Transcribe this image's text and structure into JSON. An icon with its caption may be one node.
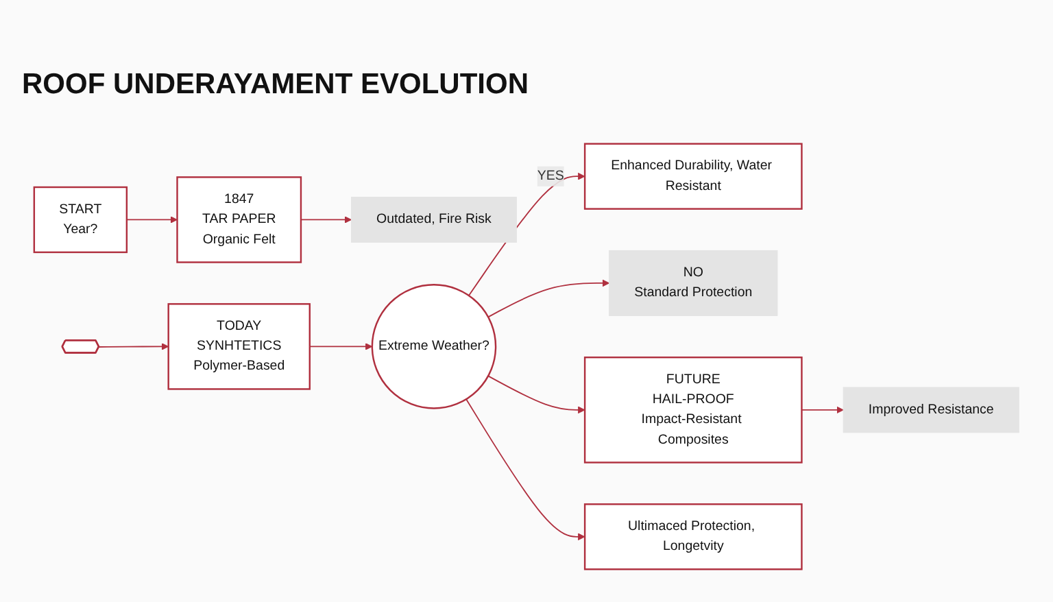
{
  "diagram": {
    "title": "ROOF UNDERAYAMENT EVOLUTION",
    "nodes": [
      {
        "text": [
          "START",
          "Year?"
        ]
      },
      {
        "text": [
          "1847",
          "TAR PAPER",
          "Organic Felt"
        ]
      },
      {
        "text": [
          "Outdated, Fire Risk"
        ]
      },
      {
        "text": [],
        "shape": "shield"
      },
      {
        "text": [
          "TODAY",
          "SYNHTETICS",
          "Polymer-Based"
        ]
      },
      {
        "text": [
          "Extreme Weather?"
        ]
      },
      {
        "text": [
          "Enhanced Durability, Water Resistant"
        ]
      },
      {
        "text": [
          "NO",
          "Standard Protection"
        ]
      },
      {
        "text": [
          "FUTURE",
          "HAIL-PROOF",
          "Impact-Resistant Composites"
        ]
      },
      {
        "text": [
          "Ultimaced Protection, Longetvity"
        ]
      },
      {
        "text": [
          "Improved Resistance"
        ]
      }
    ],
    "edges": [
      {
        "from": 0,
        "to": 1,
        "arrow": "to"
      },
      {
        "from": 1,
        "to": 2,
        "arrow": "to"
      },
      {
        "from": 3,
        "to": 4,
        "arrow": "to"
      },
      {
        "from": 4,
        "to": 5,
        "arrow": "to"
      },
      {
        "from": 5,
        "to": 6,
        "arrow": "to",
        "label": "YES"
      },
      {
        "from": 5,
        "to": 7,
        "arrow": "to"
      },
      {
        "from": 5,
        "to": 8,
        "arrow": "to"
      },
      {
        "from": 5,
        "to": 9,
        "arrow": "to"
      },
      {
        "from": 8,
        "to": 10,
        "arrow": "to"
      }
    ]
  }
}
